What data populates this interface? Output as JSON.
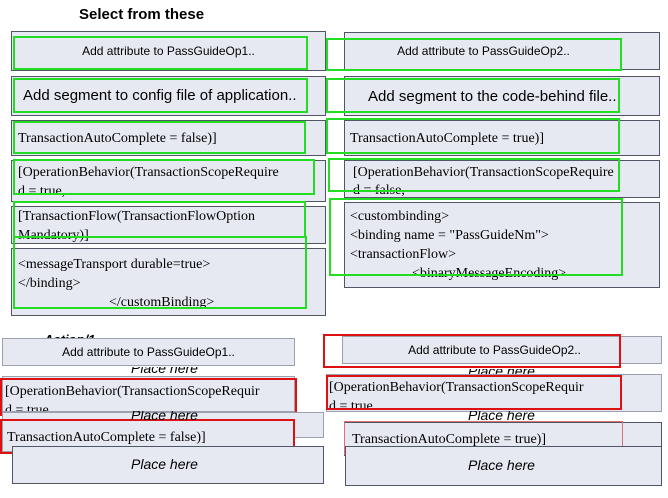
{
  "header": {
    "title": "Select  from these"
  },
  "source_left": {
    "attr_op1": "Add attribute to PassGuideOp1..",
    "segment_config": "Add segment to config file of application..",
    "autocomplete_false": "TransactionAutoComplete = false)]",
    "opbehavior_line1": "[OperationBehavior(TransactionScopeRequire",
    "opbehavior_line2": "d = true,",
    "txflow_line1": "[TransactionFlow(TransactionFlowOption",
    "txflow_line2": "Mandatory)]",
    "msgtransport_line1": "<messageTransport durable=true>",
    "msgtransport_line2": "</binding>",
    "msgtransport_line3": "</customBinding>"
  },
  "source_right": {
    "attr_op2": "Add attribute to PassGuideOp2..",
    "segment_codebehind": "Add segment to the code-behind file..",
    "autocomplete_true": "TransactionAutoComplete = true)]",
    "opbehavior_line1": "[OperationBehavior(TransactionScopeRequire",
    "opbehavior_line2": "d = false,",
    "custombinding_line1": "<custombinding>",
    "custombinding_line2": "<binding name = \"PassGuideNm\">",
    "custombinding_line3": "<transactionFlow>",
    "custombinding_line4": "<binaryMessageEncoding>"
  },
  "target_left": {
    "hidden_label": "Action/1",
    "attr_op1": "Add attribute to PassGuideOp1..",
    "place_partial": "Place here",
    "opbehavior_line1": "[OperationBehavior(TransactionScopeRequir",
    "opbehavior_line2": "d = true",
    "place_partial_2": "Place here",
    "autocomplete_false": "TransactionAutoComplete = false)]",
    "place_here": "Place here"
  },
  "target_right": {
    "attr_op2": "Add attribute to PassGuideOp2..",
    "place_partial": "Place here",
    "opbehavior_line1": "[OperationBehavior(TransactionScopeRequir",
    "opbehavior_line2": "d = true",
    "place_partial_2": "Place here",
    "autocomplete_true": "TransactionAutoComplete = true)]",
    "place_here": "Place here"
  },
  "colors": {
    "correct_outline": "#22dd22",
    "wrong_outline": "#dd1111",
    "tile_bg": "#e6e9f1"
  }
}
